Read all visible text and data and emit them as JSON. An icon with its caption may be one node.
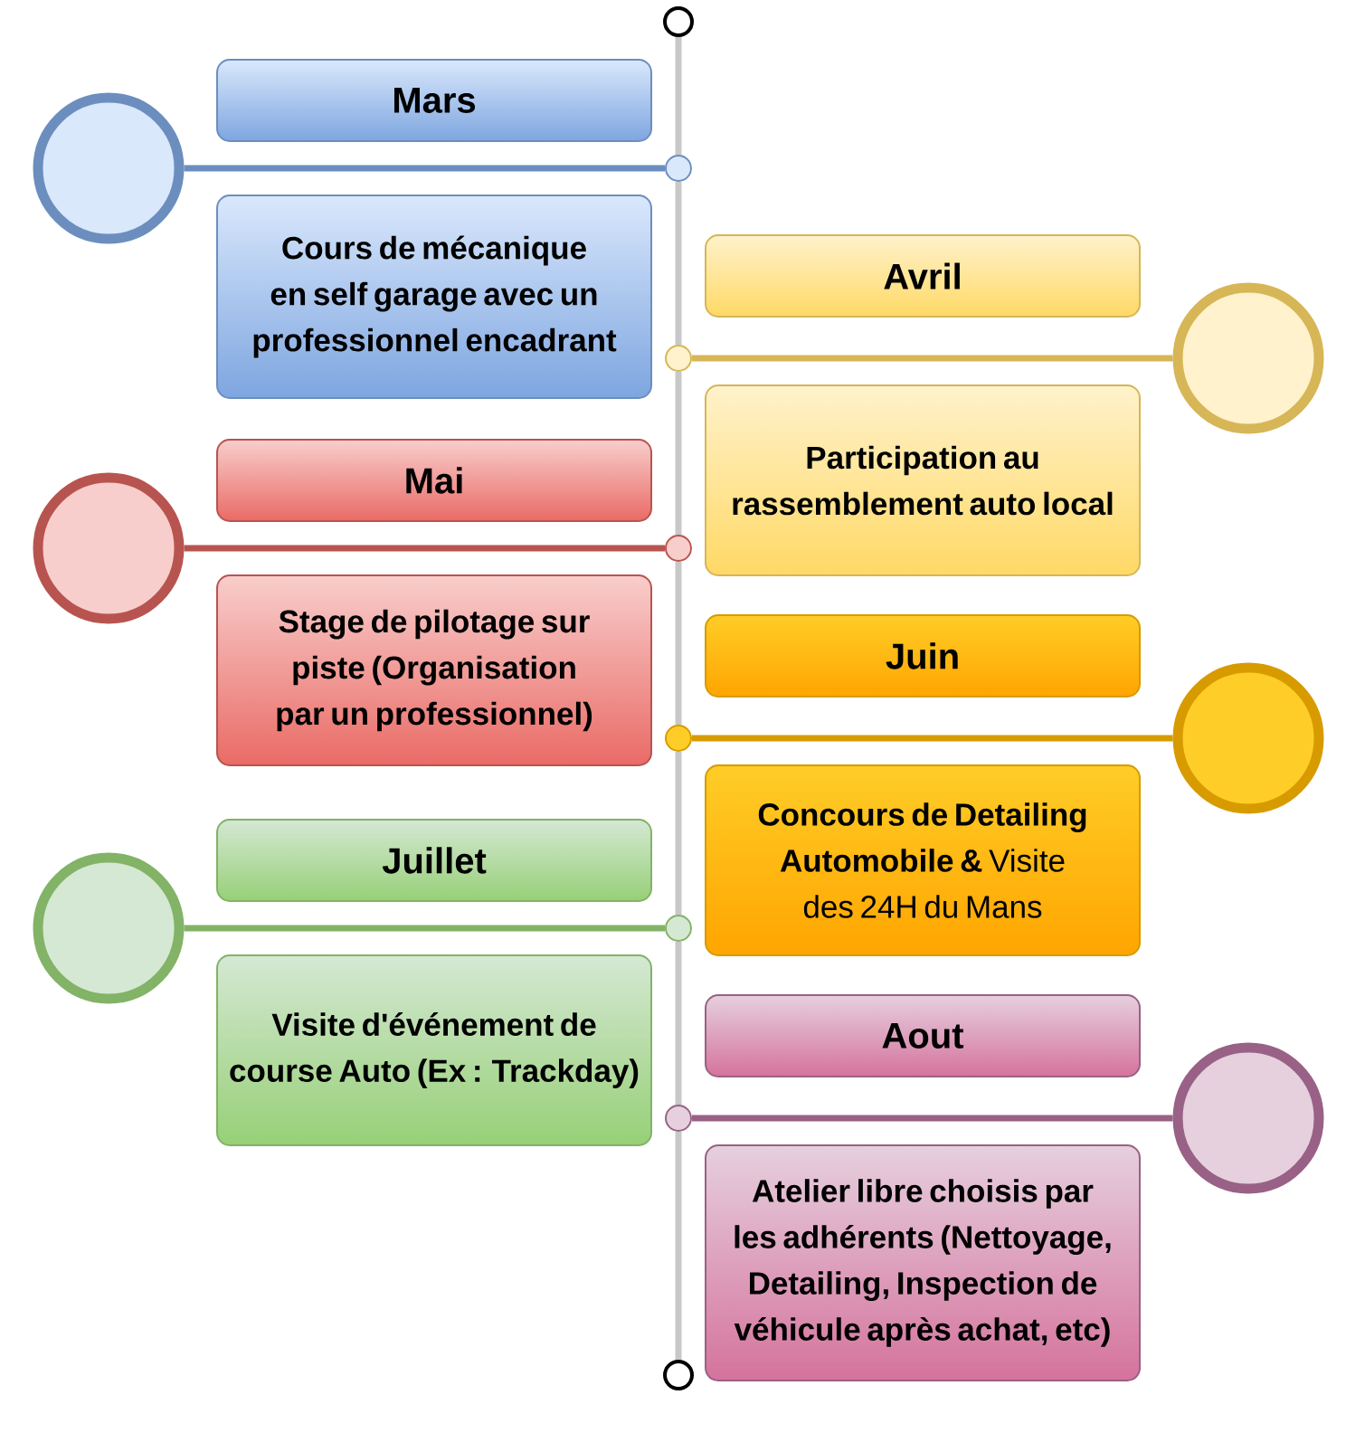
{
  "diagram": {
    "nodes": [
      {
        "text": [],
        "shape": "circle"
      },
      {
        "text": [
          "Mars"
        ]
      },
      {
        "text": [
          "Cours de mécanique en self garage avec un professionnel encadrant"
        ]
      },
      {
        "text": [],
        "shape": "circle"
      },
      {
        "text": [],
        "shape": "circle"
      },
      {
        "text": [
          "Avril"
        ]
      },
      {
        "text": [
          "Participation au rassemblement auto local"
        ]
      },
      {
        "text": [],
        "shape": "circle"
      },
      {
        "text": [],
        "shape": "circle"
      },
      {
        "text": [
          "Mai"
        ]
      },
      {
        "text": [
          "Stage de pilotage sur piste (Organisation par un professionnel)"
        ]
      },
      {
        "text": [],
        "shape": "circle"
      },
      {
        "text": [],
        "shape": "circle"
      },
      {
        "text": [
          "Juin"
        ]
      },
      {
        "text": [
          "**Concours de Detailing Automobile &** Visite des 24H du Mans"
        ]
      },
      {
        "text": [],
        "shape": "circle"
      },
      {
        "text": [],
        "shape": "circle"
      },
      {
        "text": [
          "Juillet"
        ]
      },
      {
        "text": [
          "Visite d'événement de course Auto (Ex : Trackday)"
        ]
      },
      {
        "text": [],
        "shape": "circle"
      },
      {
        "text": [],
        "shape": "circle"
      },
      {
        "text": [
          "Aout"
        ]
      },
      {
        "text": [
          "Atelier libre choisis par les adhérents (Nettoyage, Detailing, Inspection de véhicule après achat, etc)"
        ]
      },
      {
        "text": [],
        "shape": "circle"
      },
      {
        "text": [],
        "shape": "circle"
      },
      {
        "text": [],
        "shape": "circle"
      }
    ],
    "edges": [
      {
        "from": 0,
        "to": 4,
        "arrow": "none",
        "color": "#c8c8c8"
      },
      {
        "from": 4,
        "to": 8,
        "arrow": "none",
        "color": "#c8c8c8"
      },
      {
        "from": 8,
        "to": 12,
        "arrow": "none",
        "color": "#c8c8c8"
      },
      {
        "from": 12,
        "to": 16,
        "arrow": "none",
        "color": "#c8c8c8"
      },
      {
        "from": 16,
        "to": 20,
        "arrow": "none",
        "color": "#c8c8c8"
      },
      {
        "from": 20,
        "to": 24,
        "arrow": "none",
        "color": "#c8c8c8"
      },
      {
        "from": 24,
        "to": 25,
        "arrow": "none",
        "color": "#c8c8c8"
      },
      {
        "from": 3,
        "to": 4,
        "arrow": "none",
        "color": "#6c8ebf"
      },
      {
        "from": 7,
        "to": 8,
        "arrow": "none",
        "color": "#d6b656"
      },
      {
        "from": 11,
        "to": 12,
        "arrow": "none",
        "color": "#b85450"
      },
      {
        "from": 15,
        "to": 16,
        "arrow": "none",
        "color": "#d79b00"
      },
      {
        "from": 19,
        "to": 20,
        "arrow": "none",
        "color": "#82b366"
      },
      {
        "from": 23,
        "to": 24,
        "arrow": "none",
        "color": "#996185"
      }
    ]
  }
}
